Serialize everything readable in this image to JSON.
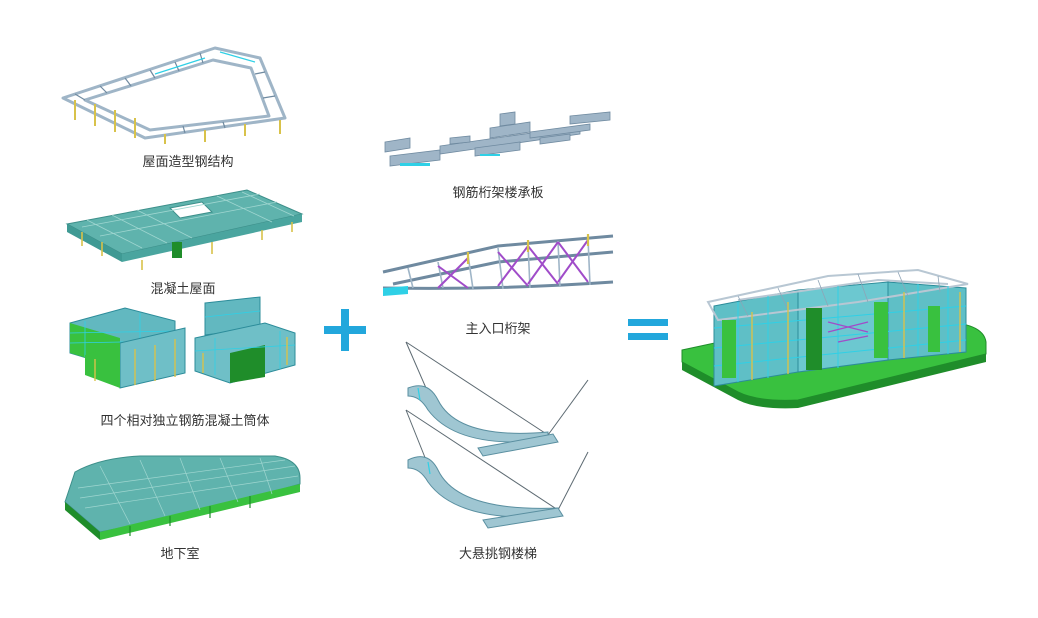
{
  "colors": {
    "beam": "#9fb5c7",
    "beam_dark": "#6f8aa0",
    "slab": "#5fb3ad",
    "slab_light": "#9fd6d0",
    "cyan": "#2fd0e6",
    "green": "#39c13f",
    "green_dark": "#1f8d2a",
    "column": "#d8c24a",
    "purple": "#a04cc9",
    "operator": "#22a7dc",
    "text": "#333333"
  },
  "components": [
    {
      "label": "屋面造型钢结构",
      "icon": "roof-steel-structure-model"
    },
    {
      "label": "混凝土屋面",
      "icon": "concrete-roof-model"
    },
    {
      "label": "四个相对独立钢筋混凝土筒体",
      "icon": "concrete-core-tubes-model"
    },
    {
      "label": "地下室",
      "icon": "basement-model"
    },
    {
      "label": "钢筋桁架楼承板",
      "icon": "truss-floor-deck-model"
    },
    {
      "label": "主入口桁架",
      "icon": "main-entrance-truss-model"
    },
    {
      "label": "大悬挑钢楼梯",
      "icon": "cantilever-steel-stair-model"
    }
  ],
  "operators": {
    "plus": "+",
    "equals": "="
  },
  "result": {
    "icon": "combined-building-model"
  }
}
